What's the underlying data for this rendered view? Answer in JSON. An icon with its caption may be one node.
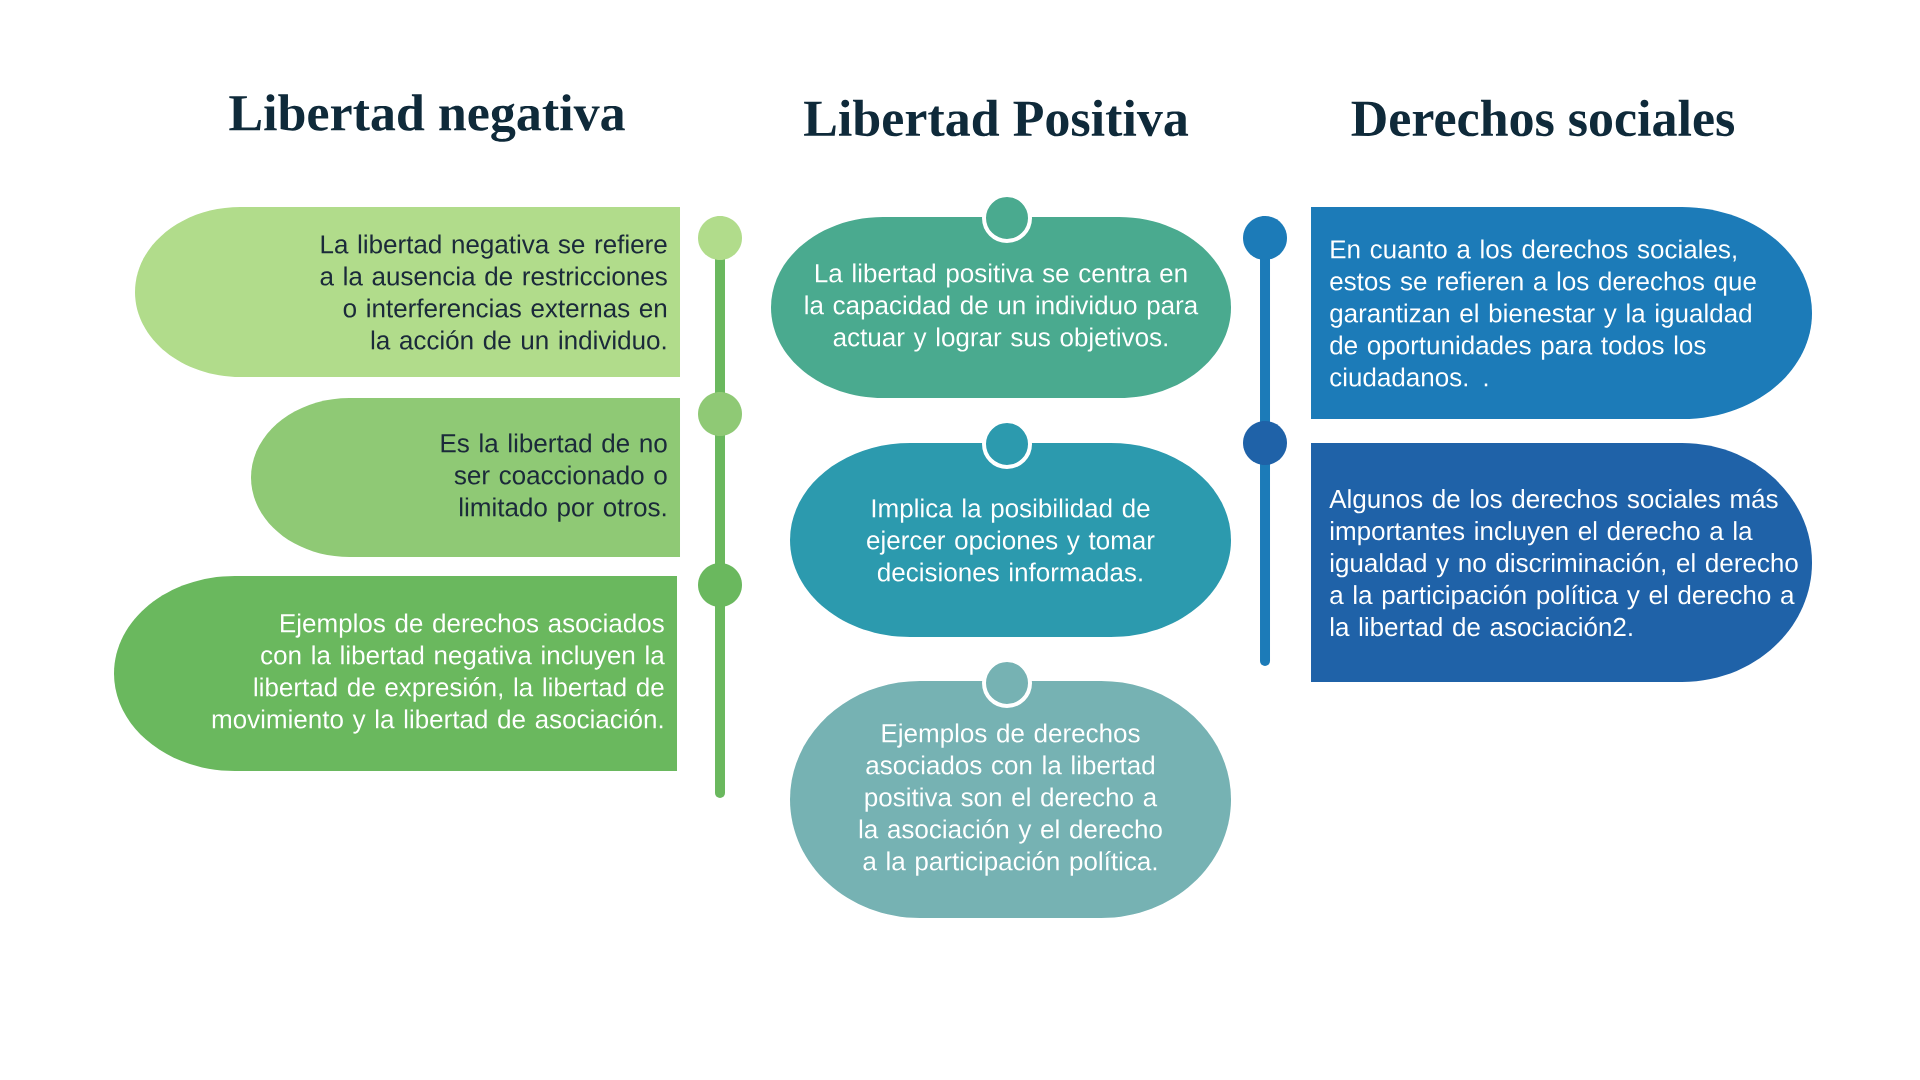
{
  "diagram": {
    "nodes": [
      {
        "text": [
          "La libertad negativa se refiere a la ausencia de restricciones o interferencias externas en la acción de un individuo."
        ]
      },
      {
        "text": [
          "Es la libertad de no ser coaccionado o limitado por otros."
        ]
      },
      {
        "text": [
          "Ejemplos de derechos asociados con la libertad negativa incluyen la libertad de expresión, la libertad de movimiento y la libertad de asociación."
        ]
      },
      {
        "text": [
          "La libertad positiva se centra en la capacidad de un individuo para actuar y lograr sus objetivos."
        ]
      },
      {
        "text": [
          "Implica la posibilidad de ejercer opciones y tomar decisiones informadas."
        ]
      },
      {
        "text": [
          "Ejemplos de derechos asociados con la libertad positiva son el derecho a la asociación y el derecho a la participación política."
        ]
      },
      {
        "text": [
          "En cuanto a los derechos sociales, estos se refieren a los derechos que garantizan el bienestar y la igualdad de oportunidades para todos los ciudadanos. ."
        ]
      },
      {
        "text": [
          "Algunos de los derechos sociales más importantes incluyen el derecho a la igualdad y no discriminación, el derecho a la participación política y el derecho a la libertad de asociación2."
        ]
      }
    ],
    "edges": [],
    "labels": [
      "Libertad negativa",
      "Libertad Positiva",
      "Derechos sociales"
    ]
  }
}
